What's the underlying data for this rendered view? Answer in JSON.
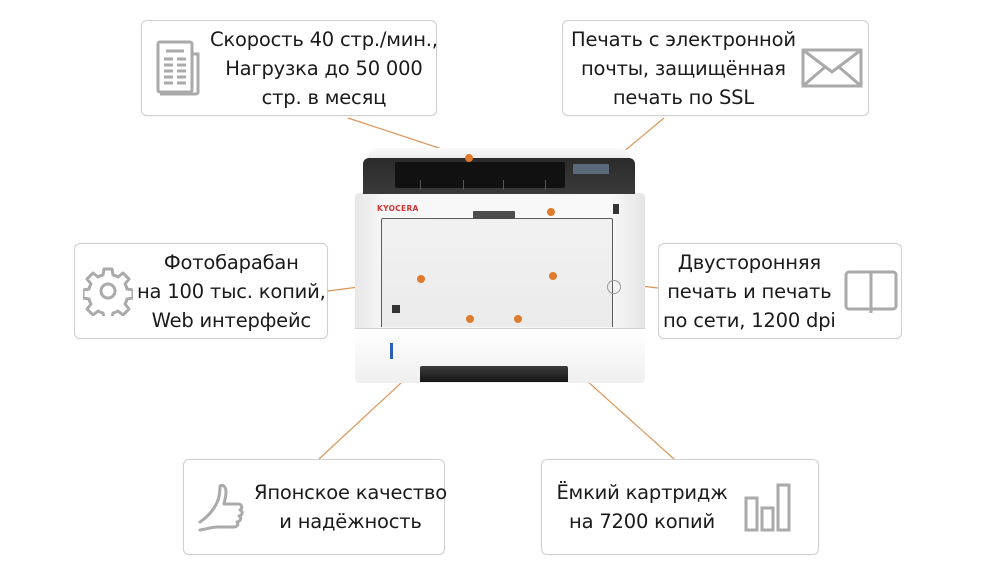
{
  "image": {
    "subject": "Kyocera laser printer with feature callouts",
    "brand_on_device": "KYOCERA",
    "colors": {
      "background": "#ffffff",
      "callout_border": "#cfcfcf",
      "text": "#1a1a1a",
      "icon_gray": "#a9a9a9",
      "leader_line": "#d7823a",
      "leader_dot": "#e07a2c",
      "brand_red": "#d43535"
    }
  },
  "callouts": [
    {
      "id": "speed",
      "icon": "document-icon",
      "lines": [
        "Скорость 40 стр./мин.,",
        "Нагрузка до 50 000",
        "стр. в месяц"
      ]
    },
    {
      "id": "email",
      "icon": "envelope-icon",
      "lines": [
        "Печать с электронной",
        "почты, защищённая",
        "печать по SSL"
      ]
    },
    {
      "id": "drum",
      "icon": "gear-icon",
      "lines": [
        "Фотобарабан",
        "на 100 тыс. копий,",
        "Web интерфейс"
      ]
    },
    {
      "id": "duplex",
      "icon": "open-book-icon",
      "lines": [
        "Двусторонняя",
        "печать и печать",
        "по сети, 1200 dpi"
      ]
    },
    {
      "id": "quality",
      "icon": "thumbs-up-icon",
      "lines": [
        "Японское качество",
        "и надёжность"
      ]
    },
    {
      "id": "cartridge",
      "icon": "bar-chart-icon",
      "lines": [
        "Ёмкий картридж",
        "на 7200 копий"
      ]
    }
  ]
}
